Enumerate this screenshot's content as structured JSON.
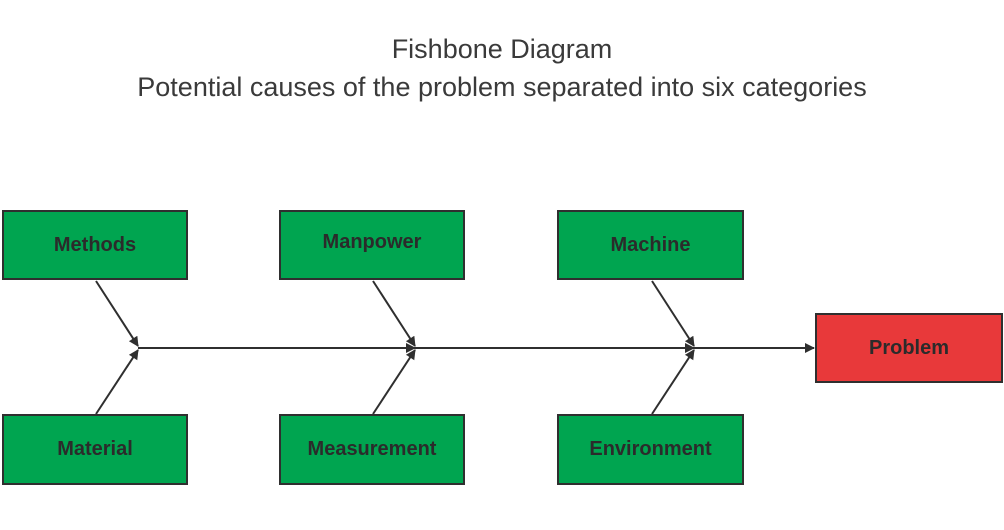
{
  "title": "Fishbone Diagram",
  "subtitle": "Potential causes of the problem separated into six categories",
  "causes_top": [
    "Methods",
    "Manpower",
    "Machine"
  ],
  "causes_bottom": [
    "Material",
    "Measurement",
    "Environment"
  ],
  "problem": "Problem",
  "colors": {
    "cause_fill": "#00a550",
    "problem_fill": "#e8393a",
    "line": "#2f2f2f",
    "text": "#3a3a3a"
  }
}
